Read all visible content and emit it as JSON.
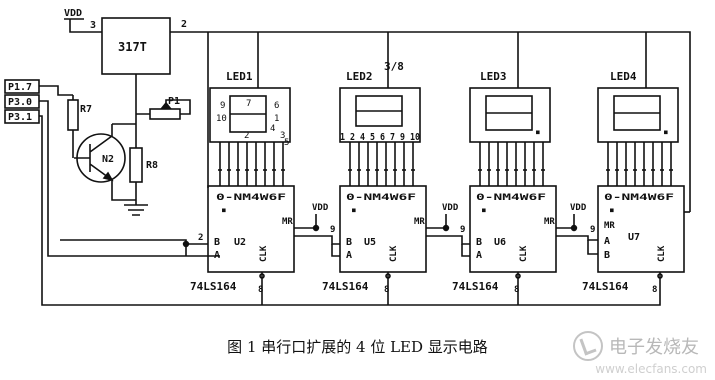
{
  "schematic": {
    "power": {
      "vdd_top": "VDD",
      "vdd_u2": "VDD",
      "vdd_u5": "VDD",
      "vdd_u6": "VDD"
    },
    "regulator": {
      "label": "317T",
      "pin_in": "3",
      "pin_out": "2"
    },
    "ports": [
      "P1.7",
      "P3.0",
      "P3.1"
    ],
    "resistors": {
      "r7": "R7",
      "r8": "R8",
      "p1": "P1"
    },
    "transistor": "N2",
    "leds": [
      {
        "label": "LED1"
      },
      {
        "label": "LED2",
        "note": "3/8"
      },
      {
        "label": "LED3"
      },
      {
        "label": "LED4"
      }
    ],
    "led1_pins": {
      "p9": "9",
      "p7": "7",
      "p6": "6",
      "p10": "10",
      "p1": "1",
      "p2": "2",
      "p4": "4",
      "p3": "3",
      "p5": "5"
    },
    "led2_pins": "1 2 4 5 6 7 9 10",
    "led_dot": "■",
    "outputs": "0-NM4W6F",
    "chips": [
      {
        "name": "U2",
        "part": "74LS164",
        "a": "A",
        "b": "B",
        "clk": "CLK",
        "mr": "MR",
        "pin2": "2",
        "pin8": "8"
      },
      {
        "name": "U5",
        "part": "74LS164",
        "a": "A",
        "b": "B",
        "clk": "CLK",
        "mr": "MR",
        "pin9": "9",
        "pin8": "8"
      },
      {
        "name": "U6",
        "part": "74LS164",
        "a": "A",
        "b": "B",
        "clk": "CLK",
        "mr": "MR",
        "pin9": "9",
        "pin8": "8"
      },
      {
        "name": "U7",
        "part": "74LS164",
        "a": "A",
        "b": "B",
        "clk": "CLK",
        "mr": "MR",
        "pin9": "9",
        "pin8": "8"
      }
    ],
    "pin_decor": "■"
  },
  "caption": "图 1    串行口扩展的 4 位 LED 显示电路",
  "watermark": {
    "brand": "电子发烧友",
    "url": "www.elecfans.com"
  }
}
